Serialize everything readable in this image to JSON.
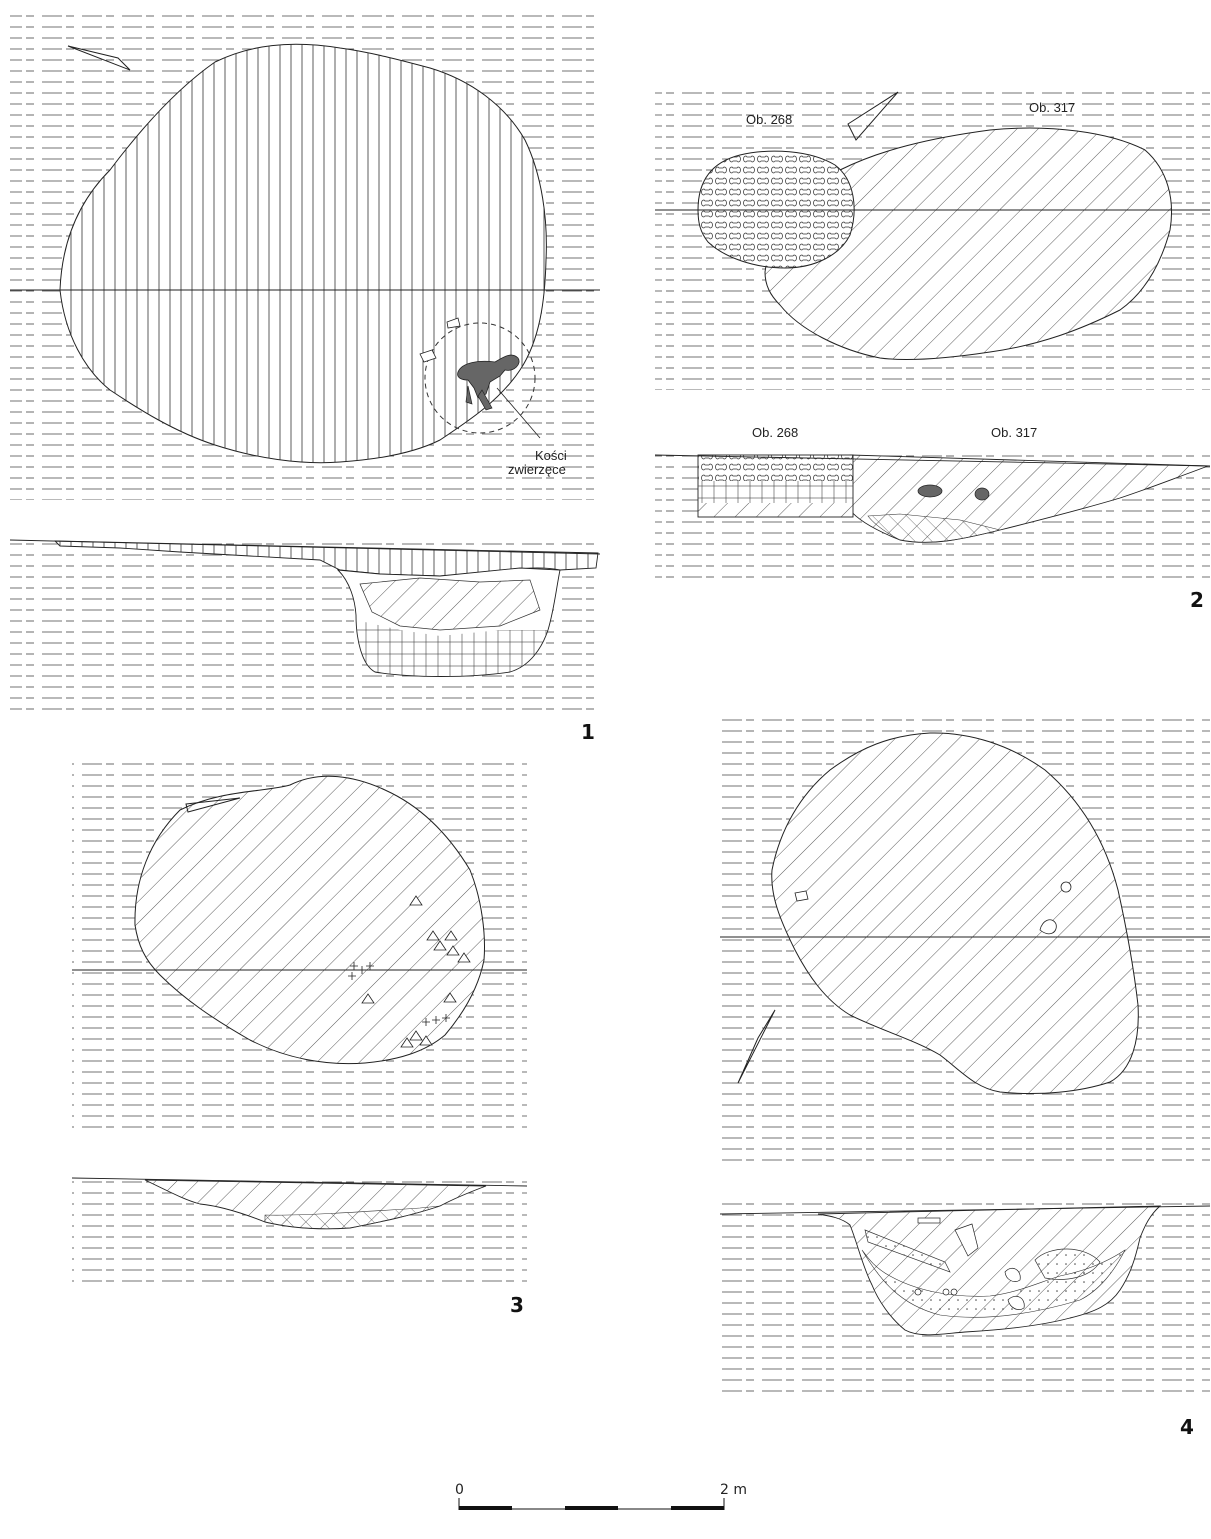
{
  "figures": [
    {
      "number": "1",
      "callout": [
        "Kości",
        "zwierzęce"
      ]
    },
    {
      "number": "2",
      "plan_labels": [
        "Ob. 268",
        "Ob. 317"
      ],
      "section_labels": [
        "Ob. 268",
        "Ob. 317"
      ]
    },
    {
      "number": "3"
    },
    {
      "number": "4"
    }
  ],
  "scale_bar": {
    "start_label": "0",
    "end_label": "2 m"
  },
  "colors": {
    "ink": "#222222",
    "bone_fill": "#666666"
  }
}
